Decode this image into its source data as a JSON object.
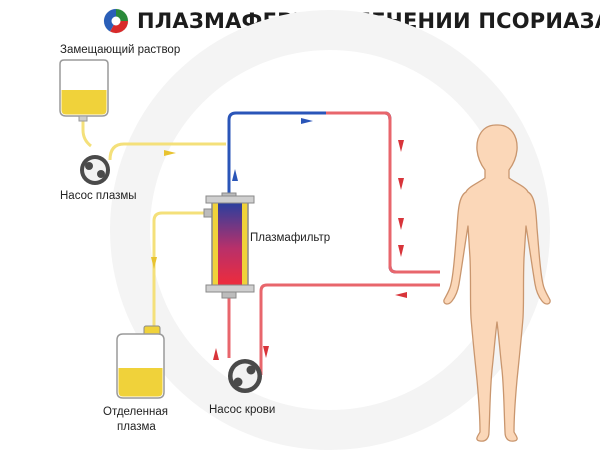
{
  "title": "ПЛАЗМАФЕРЕЗ В ЛЕЧЕНИИ ПСОРИАЗА",
  "labels": {
    "replacement_solution": "Замещающий раствор",
    "plasma_pump": "Насос плазмы",
    "plasma_filter": "Плазмафильтр",
    "separated_plasma_line1": "Отделенная",
    "separated_plasma_line2": "плазма",
    "blood_pump": "Насос крови"
  },
  "colors": {
    "plasma_line": "#f4e07a",
    "plasma_fill": "#f0d23a",
    "arterial_line": "#e8666c",
    "venous_line": "#2a55b8",
    "body_fill": "#fbd7b8",
    "body_stroke": "#c9966e",
    "arrow_red": "#d8343a",
    "arrow_yellow": "#e8c330",
    "arrow_blue": "#2a55b8"
  }
}
